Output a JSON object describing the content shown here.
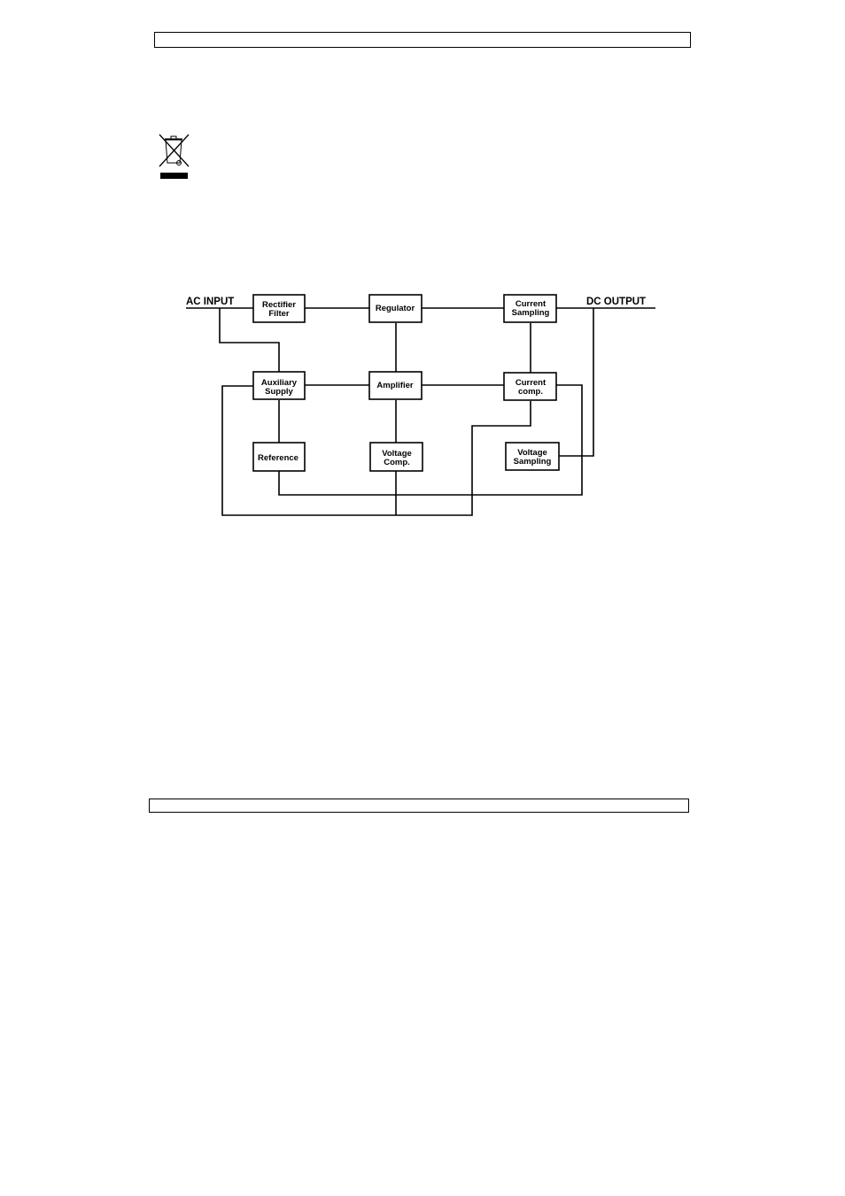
{
  "diagram": {
    "ac_input": "AC INPUT",
    "dc_output": "DC OUTPUT",
    "blocks": {
      "rectifier": [
        "Rectifier",
        "Filter"
      ],
      "regulator": [
        "Regulator"
      ],
      "current_sampling": [
        "Current",
        "Sampling"
      ],
      "auxiliary": [
        "Auxiliary",
        "Supply"
      ],
      "amplifier": [
        "Amplifier"
      ],
      "current_comp": [
        "Current",
        "comp."
      ],
      "reference": [
        "Reference"
      ],
      "voltage_comp": [
        "Voltage",
        "Comp."
      ],
      "voltage_sampling": [
        "Voltage",
        "Sampling"
      ]
    }
  },
  "icons": {
    "weee": "crossed-out-wheelie-bin-icon"
  }
}
